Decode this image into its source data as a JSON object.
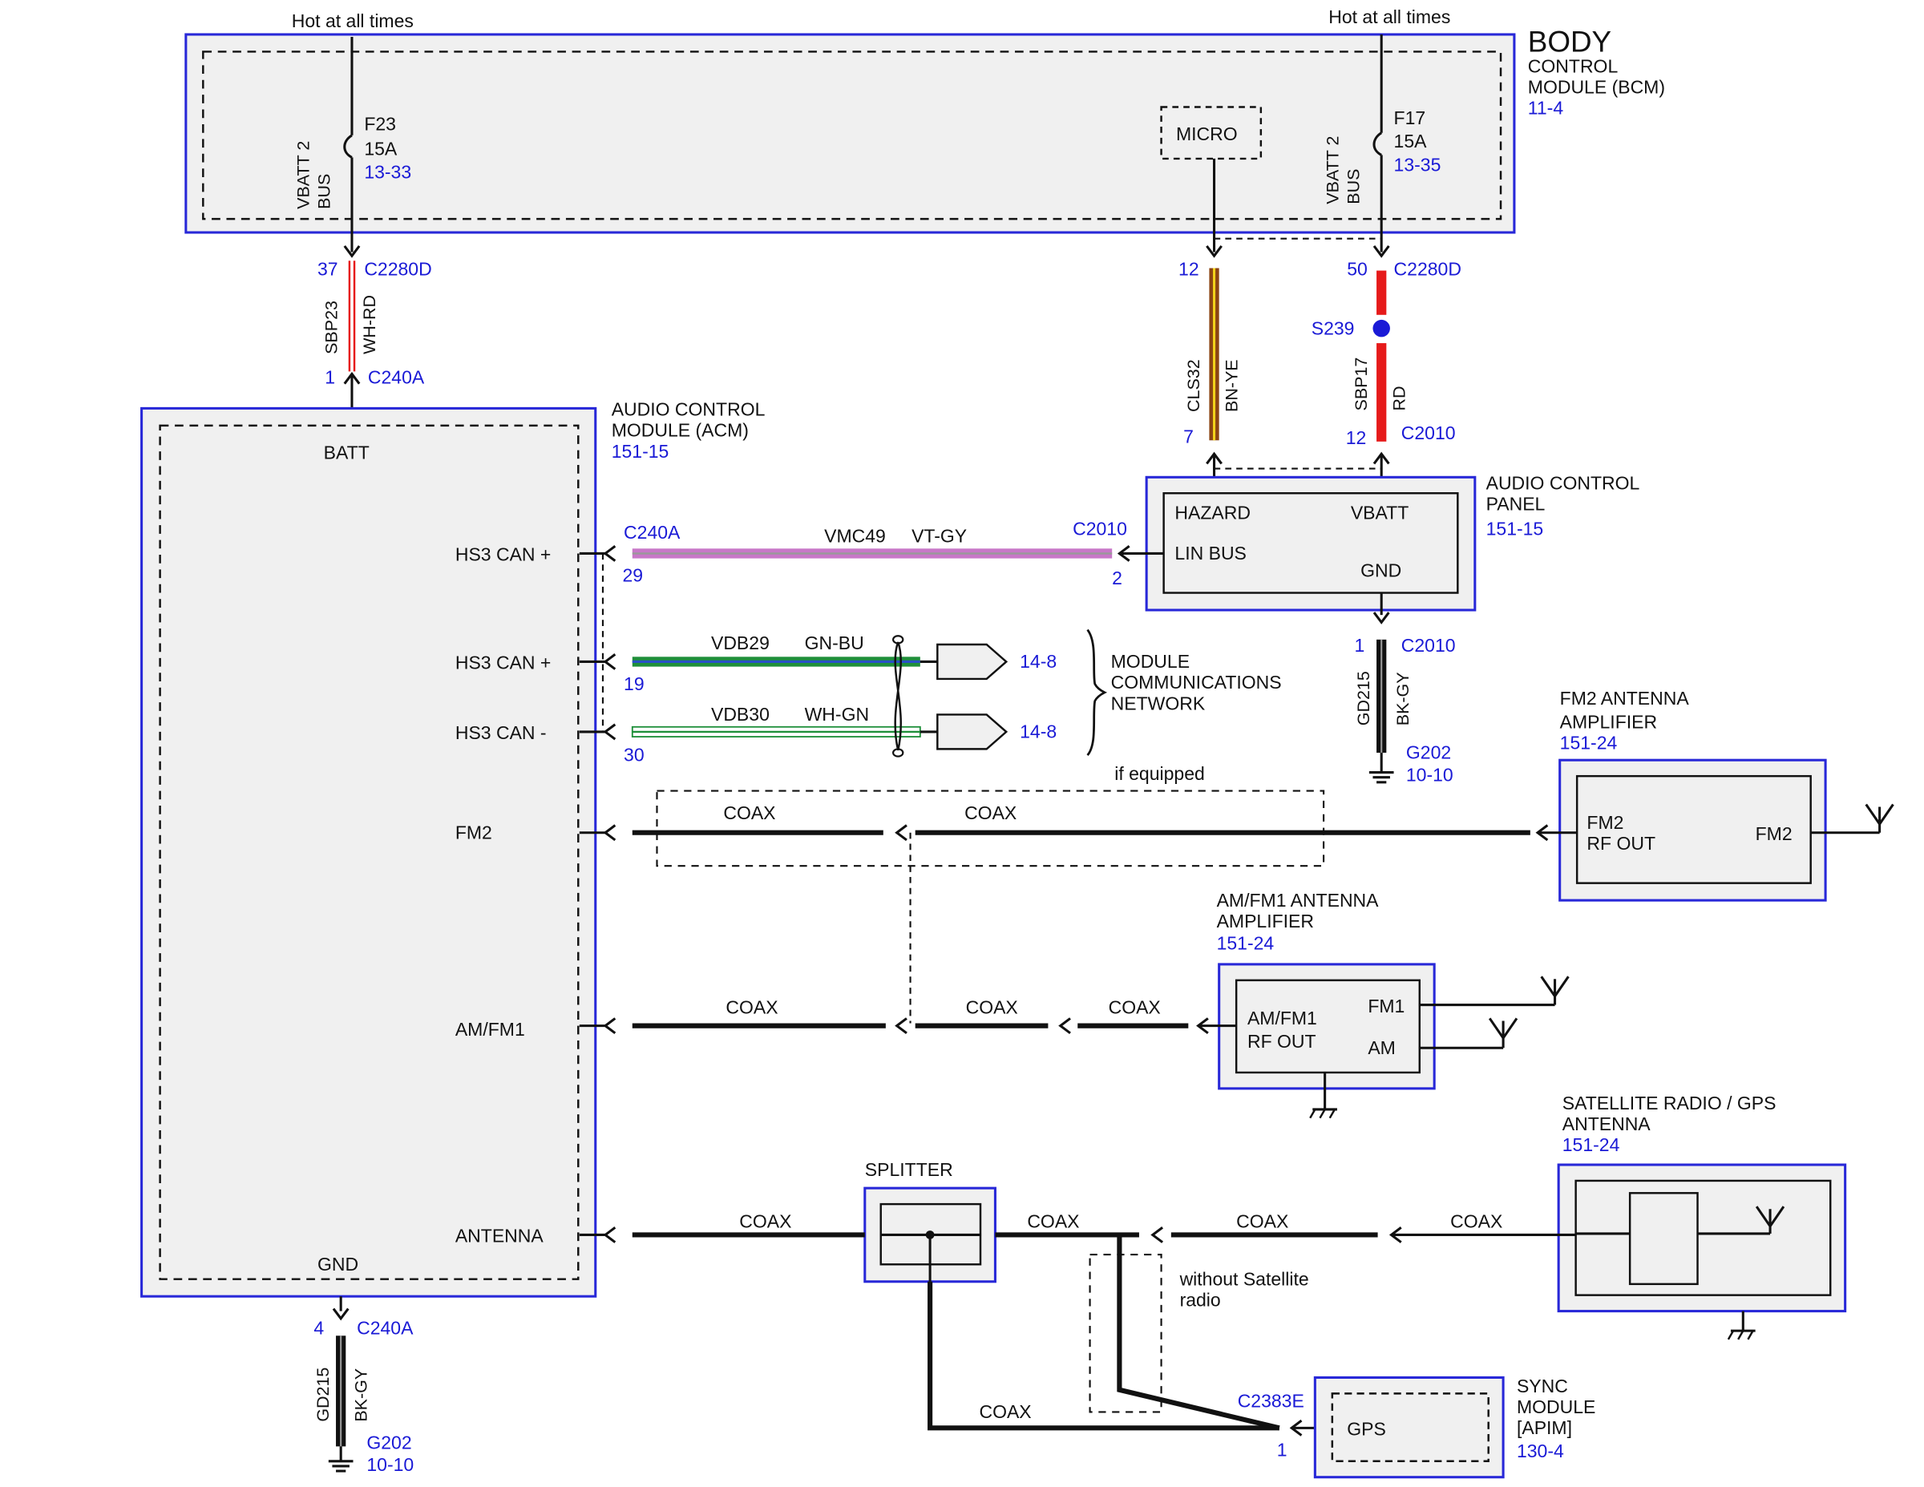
{
  "colors": {
    "module_border": "#2828d8",
    "module_fill": "#f0f0f0",
    "ref_text": "#1a1ad6",
    "wire_red": "#e61a1a",
    "wire_brown": "#8b4513",
    "wire_yellow": "#f2d21a",
    "wire_violet": "#c878c8",
    "wire_green": "#1f8f3a",
    "wire_blue": "#2850c8",
    "splice_dot": "#1a1ad6"
  },
  "hot_labels": [
    "Hot at all times",
    "Hot at all times"
  ],
  "bcm": {
    "name_lines": [
      "BODY",
      "CONTROL",
      "MODULE (BCM)"
    ],
    "ref": "11-4",
    "micro": "MICRO",
    "vbatt_left": [
      "VBATT 2",
      "BUS"
    ],
    "vbatt_right": [
      "VBATT 2",
      "BUS"
    ],
    "fuse_f23": [
      "F23",
      "15A"
    ],
    "fuse_f23_ref": "13-33",
    "fuse_f17": [
      "F17",
      "15A"
    ],
    "fuse_f17_ref": "13-35"
  },
  "acm": {
    "name_lines": [
      "AUDIO CONTROL",
      "MODULE (ACM)"
    ],
    "ref": "151-15",
    "pins": [
      "BATT",
      "HS3 CAN +",
      "HS3 CAN +",
      "HS3 CAN -",
      "FM2",
      "AM/FM1",
      "ANTENNA",
      "GND"
    ]
  },
  "acp": {
    "name_lines": [
      "AUDIO CONTROL",
      "PANEL"
    ],
    "ref": "151-15",
    "pins": [
      "HAZARD",
      "VBATT",
      "LIN BUS",
      "GND"
    ]
  },
  "fm2_amp": {
    "name_lines": [
      "FM2 ANTENNA",
      "AMPLIFIER"
    ],
    "ref": "151-24",
    "out": [
      "FM2",
      "RF OUT"
    ],
    "ant": "FM2"
  },
  "amfm1_amp": {
    "name_lines": [
      "AM/FM1 ANTENNA",
      "AMPLIFIER"
    ],
    "ref": "151-24",
    "out": [
      "AM/FM1",
      "RF OUT"
    ],
    "fm1": "FM1",
    "am": "AM"
  },
  "sat": {
    "name_lines": [
      "SATELLITE RADIO / GPS",
      "ANTENNA"
    ],
    "ref": "151-24"
  },
  "sync": {
    "name_lines": [
      "SYNC",
      "MODULE",
      "[APIM]"
    ],
    "ref": "130-4",
    "gps": "GPS",
    "connector": "C2383E",
    "pin": "1"
  },
  "splitter": "SPLITTER",
  "network": [
    "MODULE",
    "COMMUNICATIONS",
    "NETWORK"
  ],
  "if_equipped": "if equipped",
  "without_sat": [
    "without Satellite",
    "radio"
  ],
  "coax": "COAX",
  "wires": {
    "sbp23": {
      "circuit": "SBP23",
      "color": "WH-RD",
      "pin_top": "37",
      "conn_top": "C2280D",
      "pin_bottom": "1",
      "conn_bottom": "C240A"
    },
    "cls32": {
      "circuit": "CLS32",
      "color": "BN-YE",
      "pin_top": "12",
      "pin_bottom": "7"
    },
    "sbp17": {
      "circuit": "SBP17",
      "color": "RD",
      "pin_top": "50",
      "conn_top": "C2280D",
      "splice": "S239",
      "pin_bottom": "12",
      "conn_bottom": "C2010"
    },
    "vmc49": {
      "circuit": "VMC49",
      "color": "VT-GY",
      "conn_left": "C240A",
      "pin_left": "29",
      "conn_right": "C2010",
      "pin_right": "2"
    },
    "vdb29": {
      "circuit": "VDB29",
      "color": "GN-BU",
      "pin": "19",
      "ref": "14-8"
    },
    "vdb30": {
      "circuit": "VDB30",
      "color": "WH-GN",
      "pin": "30",
      "ref": "14-8"
    },
    "gd215_acp": {
      "circuit": "GD215",
      "color": "BK-GY",
      "pin": "1",
      "conn": "C2010",
      "ground": "G202",
      "ground_ref": "10-10"
    },
    "gd215_acm": {
      "circuit": "GD215",
      "color": "BK-GY",
      "pin": "4",
      "conn": "C240A",
      "ground": "G202",
      "ground_ref": "10-10"
    }
  }
}
